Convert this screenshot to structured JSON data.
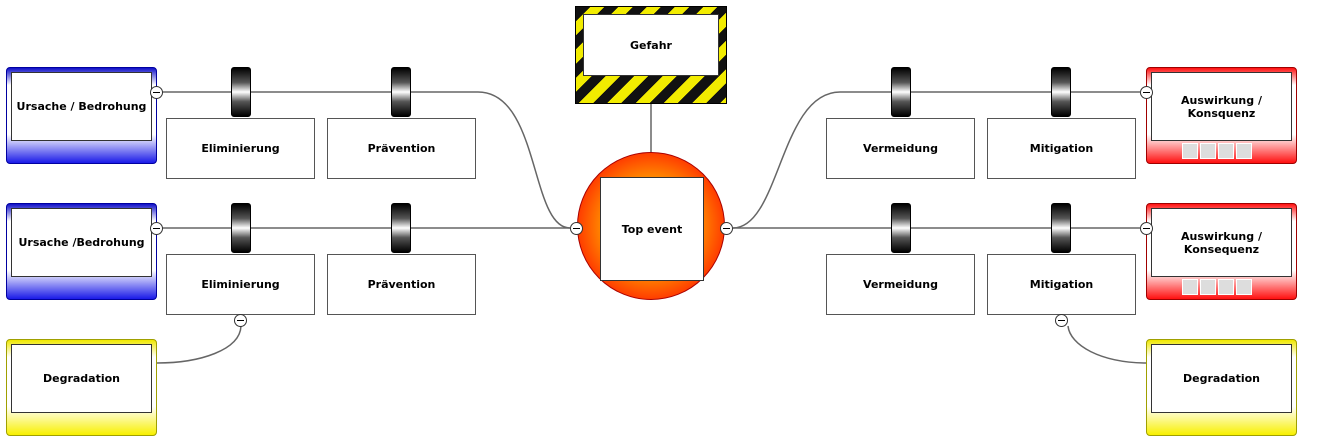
{
  "hazard": {
    "label": "Gefahr"
  },
  "top_event": {
    "label": "Top event"
  },
  "threats": [
    {
      "label": "Ursache / Bedrohung",
      "barriers": [
        "Eliminierung",
        "Prävention"
      ]
    },
    {
      "label": "Ursache /Bedrohung",
      "barriers": [
        "Eliminierung",
        "Prävention"
      ]
    }
  ],
  "consequences": [
    {
      "label": "Auswirkung / Konsquenz",
      "barriers": [
        "Vermeidung",
        "Mitigation"
      ],
      "score_cells": 4
    },
    {
      "label": "Auswirkung / Konsequenz",
      "barriers": [
        "Vermeidung",
        "Mitigation"
      ],
      "score_cells": 4
    }
  ],
  "degradation_left": {
    "label": "Degradation"
  },
  "degradation_right": {
    "label": "Degradation"
  },
  "colors": {
    "threat": "#1a1ae8",
    "consequence": "#ff1010",
    "degradation": "#f8f000",
    "hazard_stripe": "#f2ec00",
    "top_event": "#ff6000",
    "connector": "#666666"
  }
}
